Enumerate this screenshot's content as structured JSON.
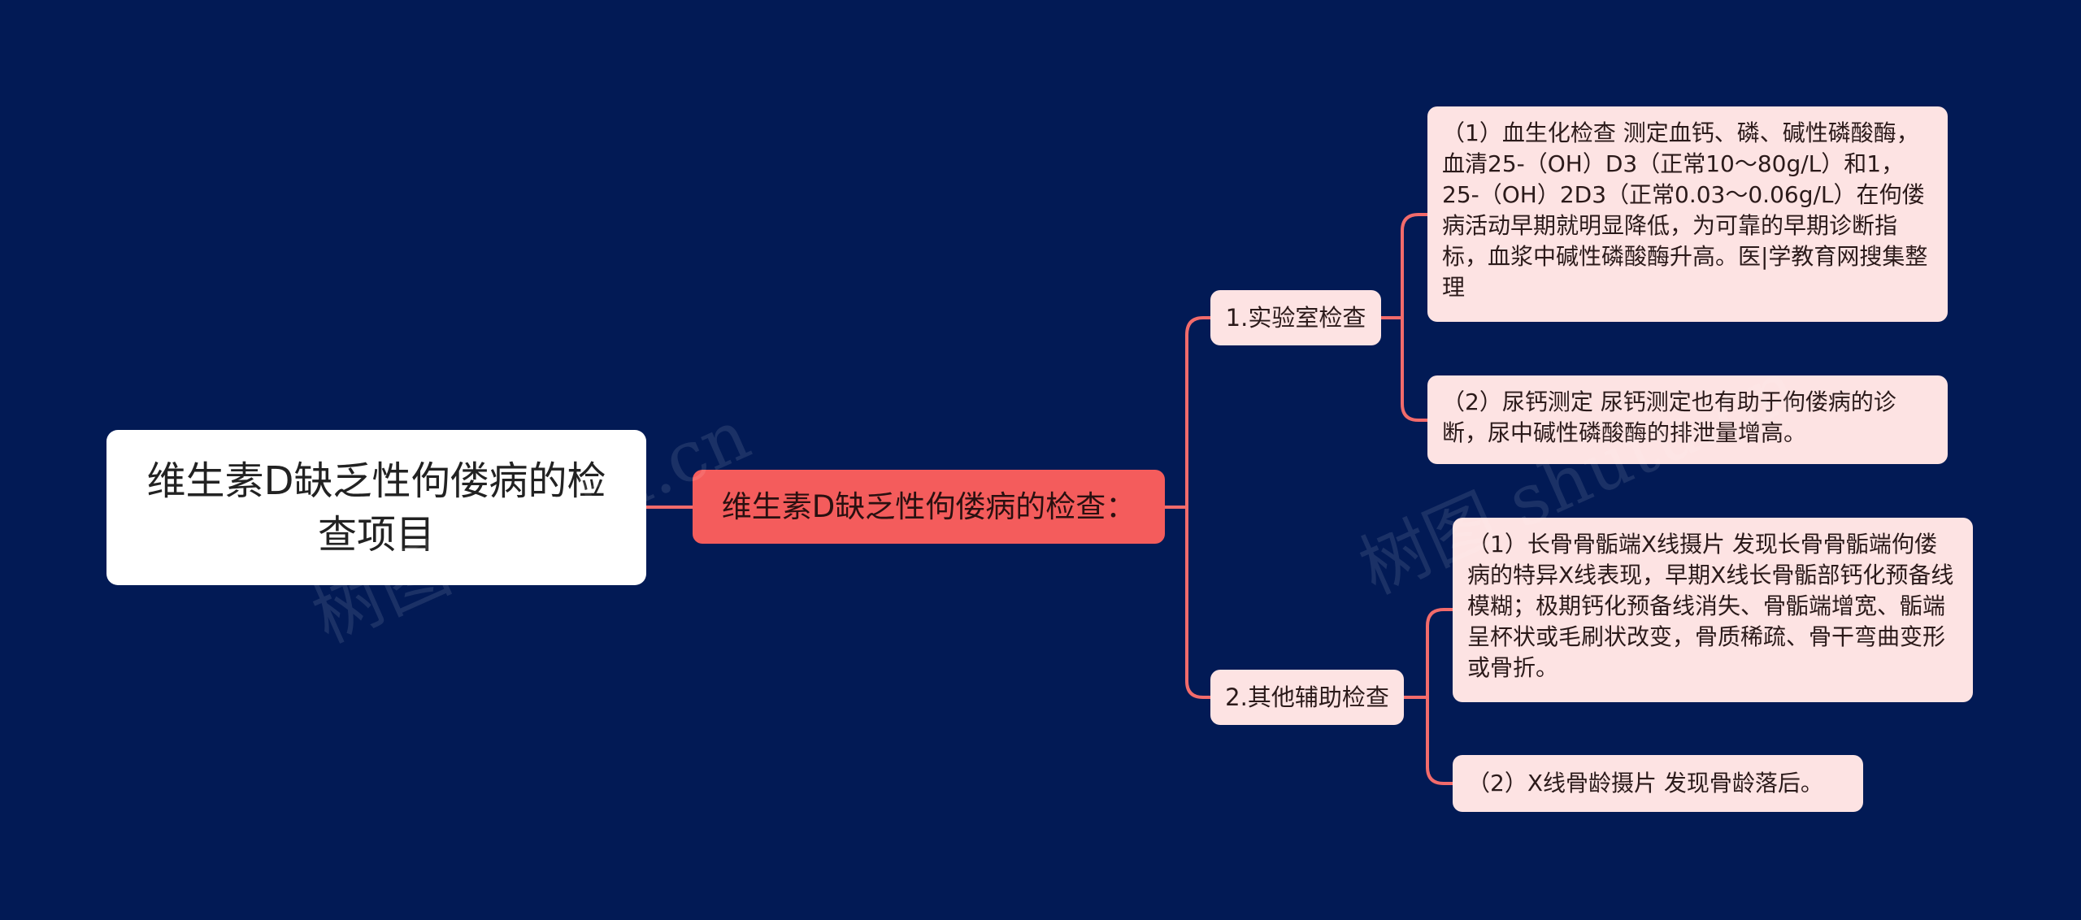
{
  "root": {
    "title": "维生素D缺乏性佝偻病的检查项目"
  },
  "main": {
    "label": "维生素D缺乏性佝偻病的检查："
  },
  "branches": [
    {
      "label": "1.实验室检查",
      "items": [
        "（1）血生化检查 测定血钙、磷、碱性磷酸酶，血清25-（OH）D3（正常10～80g/L）和1，25-（OH）2D3（正常0.03～0.06g/L）在佝偻病活动早期就明显降低，为可靠的早期诊断指标，血浆中碱性磷酸酶升高。医|学教育网搜集整理",
        "（2）尿钙测定 尿钙测定也有助于佝偻病的诊断，尿中碱性磷酸酶的排泄量增高。"
      ]
    },
    {
      "label": "2.其他辅助检查",
      "items": [
        "（1）长骨骨骺端X线摄片 发现长骨骨骺端佝偻病的特异X线表现，早期X线长骨骺部钙化预备线模糊；极期钙化预备线消失、骨骺端增宽、骺端呈杯状或毛刷状改变，骨质稀疏、骨干弯曲变形或骨折。",
        "（2）X线骨龄摄片 发现骨龄落后。"
      ]
    }
  ],
  "watermarks": [
    "树图 shutu.cn",
    "树图 shutu.cn"
  ],
  "colors": {
    "background": "#021a55",
    "root_fill": "#ffffff",
    "main_fill": "#f45c5c",
    "node_fill": "#fde3e3",
    "connector": "#f26b6b"
  }
}
